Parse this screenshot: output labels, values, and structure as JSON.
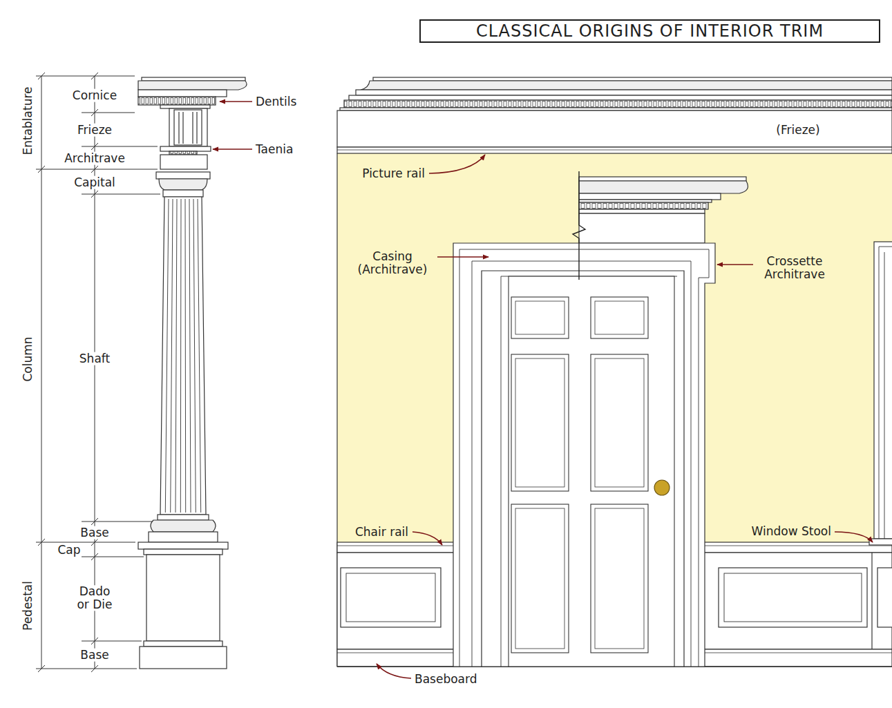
{
  "diagram": {
    "title": "CLASSICAL ORIGINS OF INTERIOR TRIM",
    "labels": [
      "Entablature",
      "Column",
      "Pedestal",
      "Cornice",
      "Dentils",
      "Frieze",
      "Taenia",
      "Architrave",
      "Capital",
      "Shaft",
      "Base",
      "Cap",
      "Dado or Die",
      "Base",
      "(Frieze)",
      "Picture rail",
      "Casing (Architrave)",
      "Crossette Architrave",
      "Chair rail",
      "Window Stool",
      "Baseboard"
    ]
  }
}
